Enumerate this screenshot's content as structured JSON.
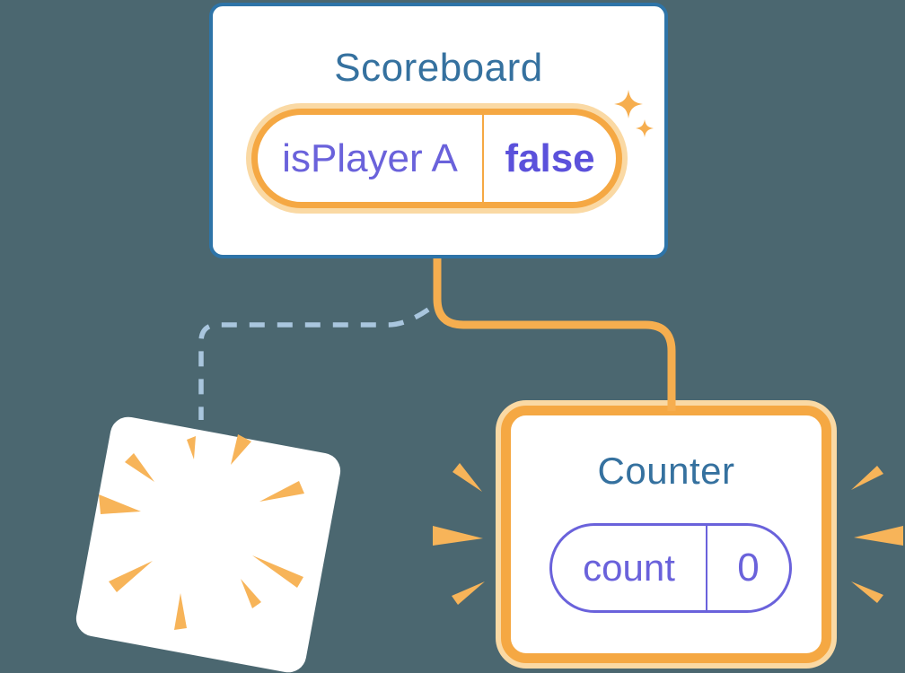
{
  "scoreboard": {
    "title": "Scoreboard",
    "state_pill": {
      "name": "isPlayer A",
      "value": "false"
    }
  },
  "counter": {
    "title": "Counter",
    "state_pill": {
      "name": "count",
      "value": "0"
    }
  },
  "icons": {
    "sparkles": "sparkles-icon",
    "destroyed_burst": "burst-rays-icon",
    "emphasis_burst_left": "burst-rays-icon",
    "emphasis_burst_right": "burst-rays-icon"
  },
  "colors": {
    "background": "#4B6770",
    "card_fill": "#FFFFFF",
    "component_border_blue": "#2E74A8",
    "component_title_blue": "#35719F",
    "state_orange": "#F5A843",
    "state_orange_glow": "#FAD9A4",
    "connector_orange": "#F6AE4F",
    "state_purple": "#6A62DB",
    "state_value_purple": "#5B51DB",
    "dashed_edge_blue": "#A9C6DE",
    "burst_orange": "#F7B459"
  }
}
